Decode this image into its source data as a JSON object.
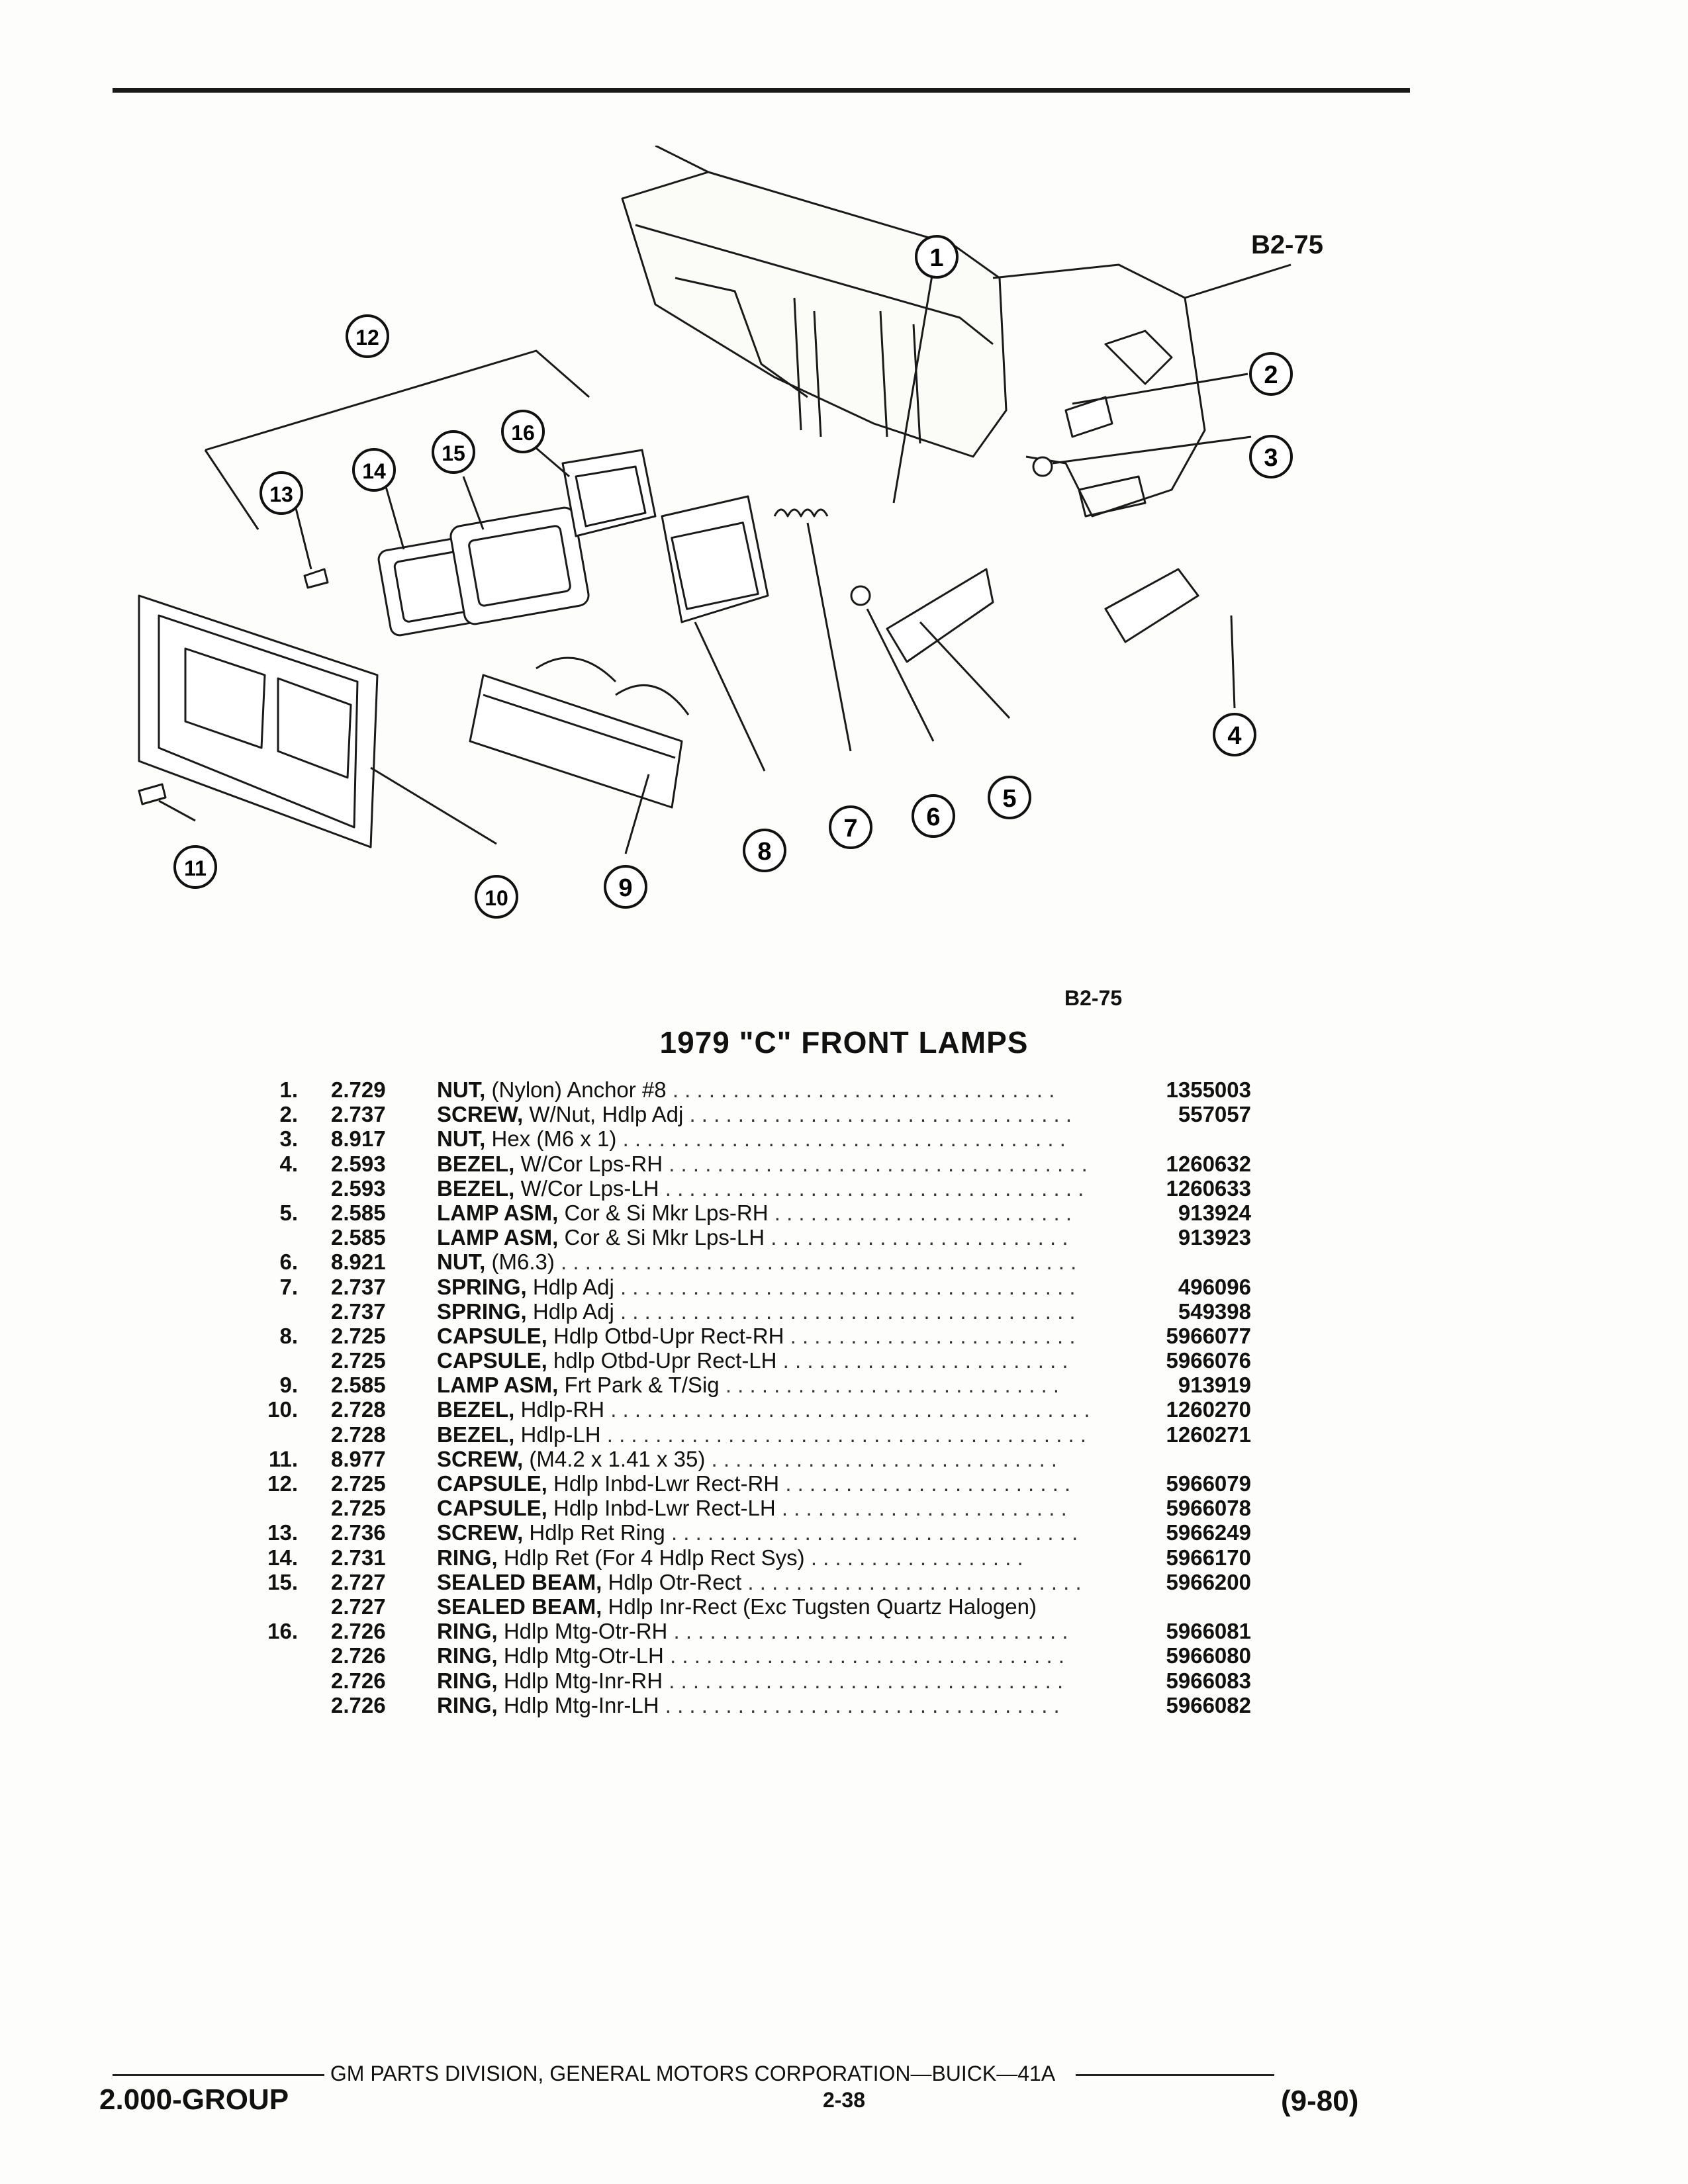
{
  "figure": {
    "code_top": "B2-75",
    "code_bottom": "B2-75"
  },
  "callouts": [
    "1",
    "2",
    "3",
    "4",
    "5",
    "6",
    "7",
    "8",
    "9",
    "10",
    "11",
    "12",
    "13",
    "14",
    "15",
    "16"
  ],
  "title": "1979 \"C\" FRONT LAMPS",
  "parts": [
    {
      "num": "1.",
      "grp": "2.729",
      "name": "NUT,",
      "desc": "(Nylon) Anchor #8",
      "pn": "1355003"
    },
    {
      "num": "2.",
      "grp": "2.737",
      "name": "SCREW,",
      "desc": "W/Nut, Hdlp Adj",
      "pn": "557057"
    },
    {
      "num": "3.",
      "grp": "8.917",
      "name": "NUT,",
      "desc": "Hex (M6 x 1)",
      "pn": ""
    },
    {
      "num": "4.",
      "grp": "2.593",
      "name": "BEZEL,",
      "desc": "W/Cor Lps-RH",
      "pn": "1260632"
    },
    {
      "num": "",
      "grp": "2.593",
      "name": "BEZEL,",
      "desc": "W/Cor Lps-LH",
      "pn": "1260633"
    },
    {
      "num": "5.",
      "grp": "2.585",
      "name": "LAMP ASM,",
      "desc": "Cor & Si Mkr Lps-RH",
      "pn": "913924"
    },
    {
      "num": "",
      "grp": "2.585",
      "name": "LAMP ASM,",
      "desc": "Cor & Si Mkr Lps-LH",
      "pn": "913923"
    },
    {
      "num": "6.",
      "grp": "8.921",
      "name": "NUT,",
      "desc": "(M6.3)",
      "pn": ""
    },
    {
      "num": "7.",
      "grp": "2.737",
      "name": "SPRING,",
      "desc": "Hdlp Adj",
      "pn": "496096"
    },
    {
      "num": "",
      "grp": "2.737",
      "name": "SPRING,",
      "desc": "Hdlp Adj",
      "pn": "549398"
    },
    {
      "num": "8.",
      "grp": "2.725",
      "name": "CAPSULE,",
      "desc": "Hdlp Otbd-Upr Rect-RH",
      "pn": "5966077"
    },
    {
      "num": "",
      "grp": "2.725",
      "name": "CAPSULE,",
      "desc": "hdlp Otbd-Upr Rect-LH",
      "pn": "5966076"
    },
    {
      "num": "9.",
      "grp": "2.585",
      "name": "LAMP ASM,",
      "desc": "Frt Park & T/Sig",
      "pn": "913919"
    },
    {
      "num": "10.",
      "grp": "2.728",
      "name": "BEZEL,",
      "desc": "Hdlp-RH",
      "pn": "1260270"
    },
    {
      "num": "",
      "grp": "2.728",
      "name": "BEZEL,",
      "desc": "Hdlp-LH",
      "pn": "1260271"
    },
    {
      "num": "11.",
      "grp": "8.977",
      "name": "SCREW,",
      "desc": "(M4.2 x 1.41 x 35)",
      "pn": ""
    },
    {
      "num": "12.",
      "grp": "2.725",
      "name": "CAPSULE,",
      "desc": "Hdlp Inbd-Lwr Rect-RH",
      "pn": "5966079"
    },
    {
      "num": "",
      "grp": "2.725",
      "name": "CAPSULE,",
      "desc": "Hdlp Inbd-Lwr Rect-LH",
      "pn": "5966078"
    },
    {
      "num": "13.",
      "grp": "2.736",
      "name": "SCREW,",
      "desc": "Hdlp Ret Ring",
      "pn": "5966249"
    },
    {
      "num": "14.",
      "grp": "2.731",
      "name": "RING,",
      "desc": "Hdlp Ret (For 4 Hdlp Rect Sys)",
      "pn": "5966170"
    },
    {
      "num": "15.",
      "grp": "2.727",
      "name": "SEALED BEAM,",
      "desc": "Hdlp Otr-Rect",
      "pn": "5966200"
    },
    {
      "num": "",
      "grp": "2.727",
      "name": "SEALED BEAM,",
      "desc": "Hdlp Inr-Rect (Exc Tugsten Quartz Halogen)",
      "pn": ""
    },
    {
      "num": "16.",
      "grp": "2.726",
      "name": "RING,",
      "desc": "Hdlp Mtg-Otr-RH",
      "pn": "5966081"
    },
    {
      "num": "",
      "grp": "2.726",
      "name": "RING,",
      "desc": "Hdlp Mtg-Otr-LH",
      "pn": "5966080"
    },
    {
      "num": "",
      "grp": "2.726",
      "name": "RING,",
      "desc": "Hdlp Mtg-Inr-RH",
      "pn": "5966083"
    },
    {
      "num": "",
      "grp": "2.726",
      "name": "RING,",
      "desc": "Hdlp Mtg-Inr-LH",
      "pn": "5966082"
    }
  ],
  "footer": {
    "publisher": "GM PARTS DIVISION, GENERAL MOTORS CORPORATION—BUICK—41A",
    "group": "2.000-GROUP",
    "page": "2-38",
    "date": "(9-80)"
  }
}
